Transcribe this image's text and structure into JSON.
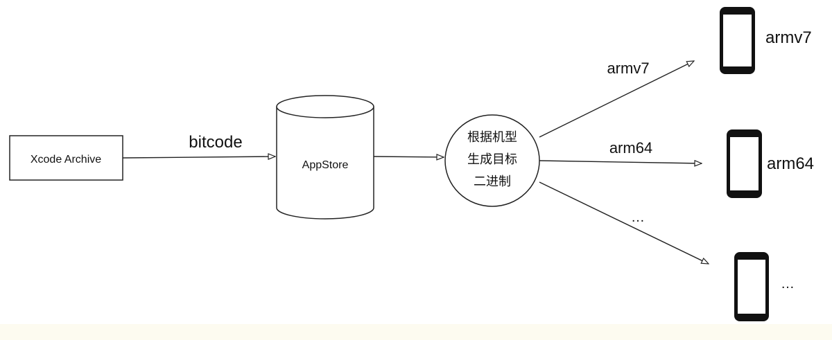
{
  "nodes": {
    "xcode_archive": "Xcode Archive",
    "appstore": "AppStore",
    "generator": [
      "根据机型",
      "生成目标",
      "二进制"
    ]
  },
  "edges": {
    "bitcode": "bitcode",
    "armv7": "armv7",
    "arm64": "arm64",
    "more": "…"
  },
  "devices": {
    "armv7": "armv7",
    "arm64": "arm64",
    "more": "…"
  }
}
